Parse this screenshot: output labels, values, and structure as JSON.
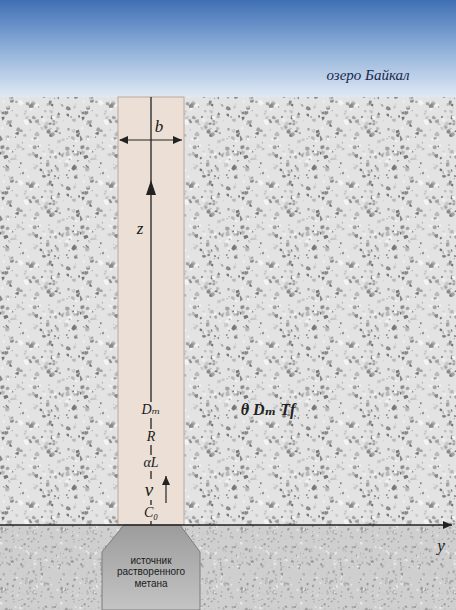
{
  "diagram": {
    "nodes": [
      {
        "text": [
          "озеро Байкал"
        ]
      },
      {
        "text": [
          "Dₘ",
          "R",
          "αL",
          "v",
          "C₀"
        ]
      },
      {
        "text": [
          "источник растворенного метана"
        ]
      }
    ],
    "labels": [
      "b",
      "z",
      "θ Dₘ Tf",
      "y"
    ]
  }
}
